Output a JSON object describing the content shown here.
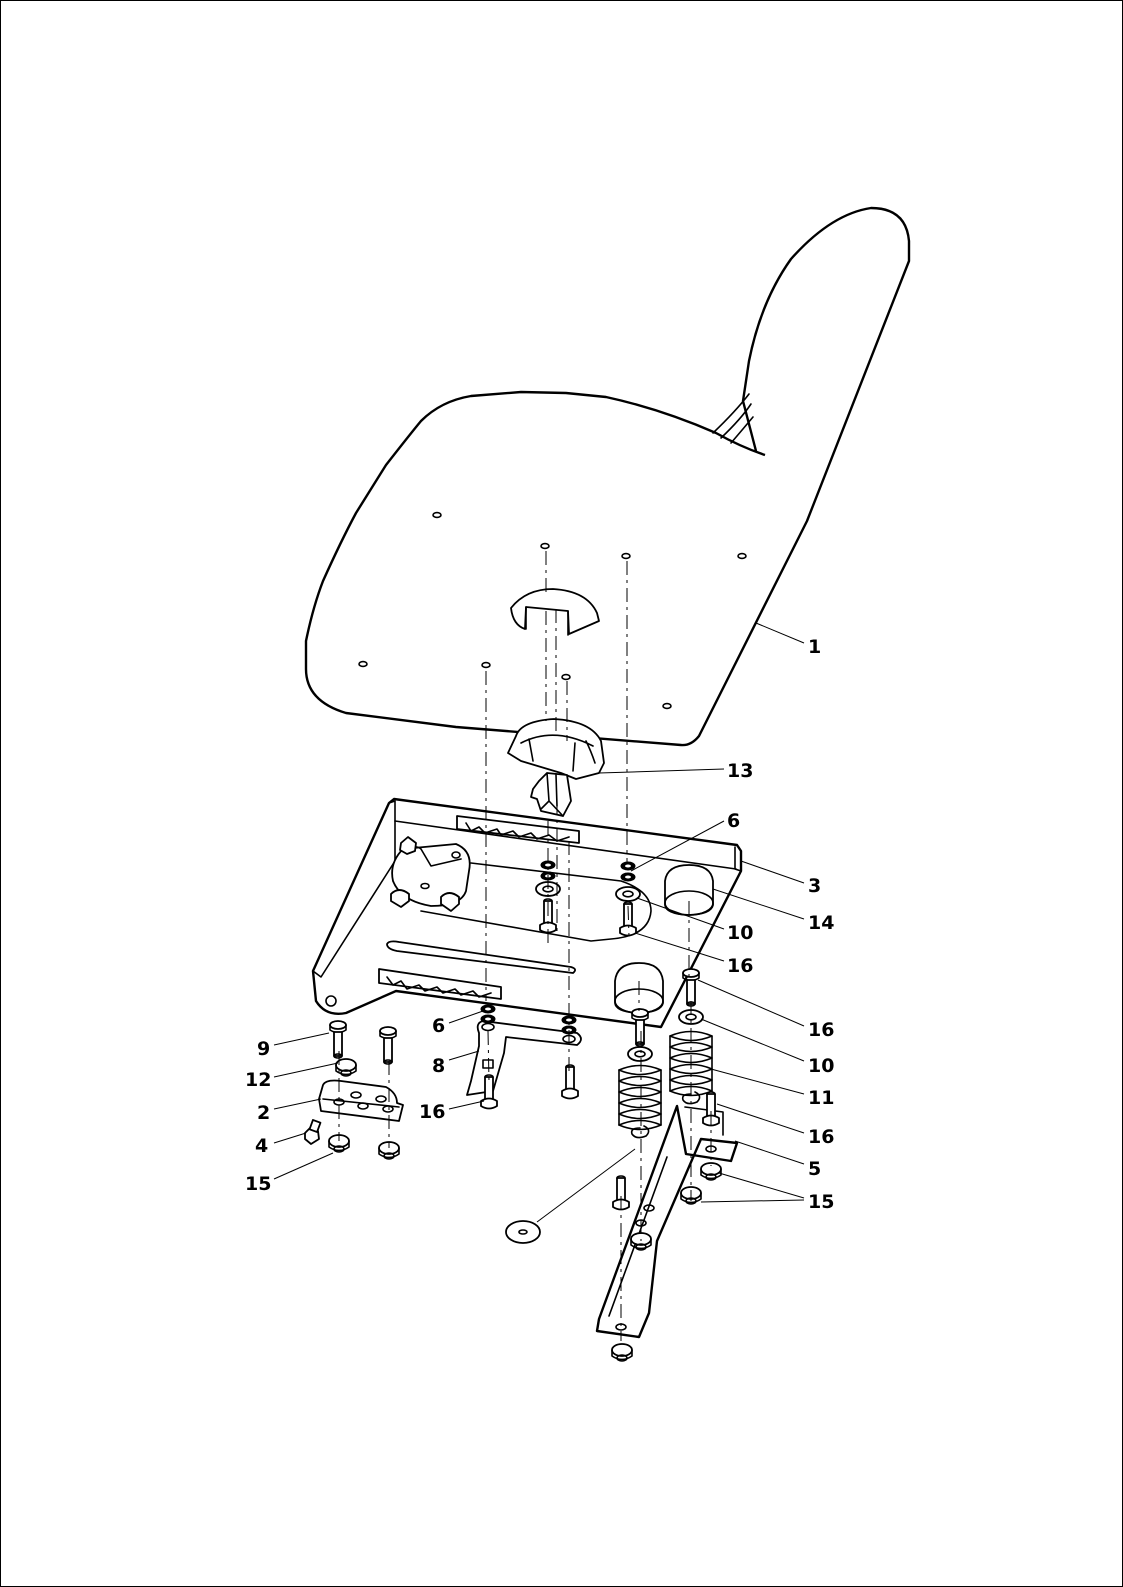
{
  "drawing": {
    "line_color": "#000000",
    "background": "#ffffff",
    "callouts": [
      {
        "id": "c1",
        "label": "1"
      },
      {
        "id": "c13",
        "label": "13"
      },
      {
        "id": "c6a",
        "label": "6"
      },
      {
        "id": "c3",
        "label": "3"
      },
      {
        "id": "c14",
        "label": "14"
      },
      {
        "id": "c10a",
        "label": "10"
      },
      {
        "id": "c16a",
        "label": "16"
      },
      {
        "id": "c16b",
        "label": "16"
      },
      {
        "id": "c10b",
        "label": "10"
      },
      {
        "id": "c11",
        "label": "11"
      },
      {
        "id": "c16c",
        "label": "16"
      },
      {
        "id": "c5",
        "label": "5"
      },
      {
        "id": "c15b",
        "label": "15"
      },
      {
        "id": "c6b",
        "label": "6"
      },
      {
        "id": "c8",
        "label": "8"
      },
      {
        "id": "c16d",
        "label": "16"
      },
      {
        "id": "c9",
        "label": "9"
      },
      {
        "id": "c12",
        "label": "12"
      },
      {
        "id": "c2",
        "label": "2"
      },
      {
        "id": "c4",
        "label": "4"
      },
      {
        "id": "c15a",
        "label": "15"
      }
    ]
  }
}
